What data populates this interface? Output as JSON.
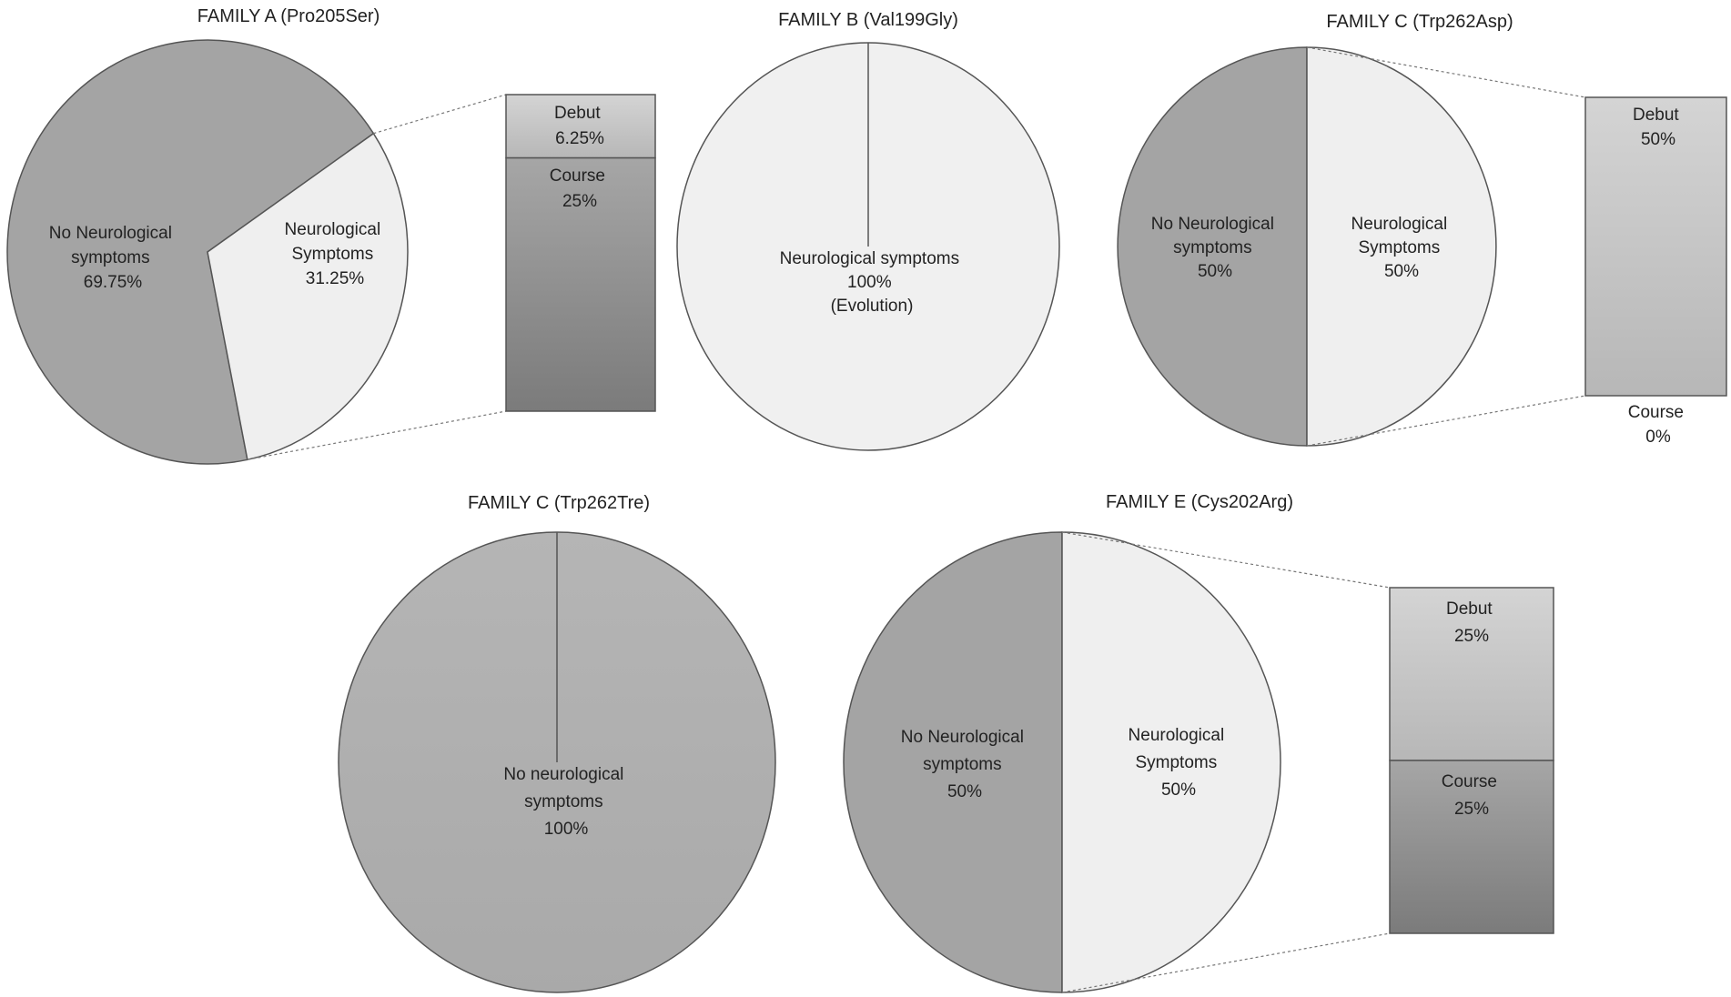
{
  "chart_data": [
    {
      "type": "pie",
      "title": "FAMILY A (Pro205Ser)",
      "slices": [
        {
          "label": [
            "No Neurological",
            "symptoms",
            "69.75%"
          ],
          "value": 68.75,
          "color": "#a4a4a4"
        },
        {
          "label": [
            "Neurological",
            "Symptoms",
            "31.25%"
          ],
          "value": 31.25,
          "color": "#efefef"
        }
      ],
      "breakdown": [
        {
          "label": [
            "Debut",
            "6.25%"
          ],
          "value": 6.25
        },
        {
          "label": [
            "Course",
            "25%"
          ],
          "value": 25
        }
      ]
    },
    {
      "type": "pie",
      "title": "FAMILY B (Val199Gly)",
      "slices": [
        {
          "label": [
            "Neurological symptoms",
            "100%",
            "(Evolution)"
          ],
          "value": 100,
          "color": "#f0f0f0"
        }
      ]
    },
    {
      "type": "pie",
      "title": "FAMILY C (Trp262Asp)",
      "slices": [
        {
          "label": [
            "No Neurological",
            "symptoms",
            "50%"
          ],
          "value": 50,
          "color": "#a4a4a4"
        },
        {
          "label": [
            "Neurological",
            "Symptoms",
            "50%"
          ],
          "value": 50,
          "color": "#efefef"
        }
      ],
      "breakdown": [
        {
          "label": [
            "Debut",
            "50%"
          ],
          "value": 50
        },
        {
          "label": [
            "Course",
            "0%"
          ],
          "value": 0
        }
      ]
    },
    {
      "type": "pie",
      "title": "FAMILY C (Trp262Tre)",
      "slices": [
        {
          "label": [
            "No neurological",
            "symptoms",
            "100%"
          ],
          "value": 100,
          "color": "#acacac"
        }
      ]
    },
    {
      "type": "pie",
      "title": "FAMILY E (Cys202Arg)",
      "slices": [
        {
          "label": [
            "No Neurological",
            "symptoms",
            "50%"
          ],
          "value": 50,
          "color": "#a4a4a4"
        },
        {
          "label": [
            "Neurological",
            "Symptoms",
            "50%"
          ],
          "value": 50,
          "color": "#efefef"
        }
      ],
      "breakdown": [
        {
          "label": [
            "Debut",
            "25%"
          ],
          "value": 25
        },
        {
          "label": [
            "Course",
            "25%"
          ],
          "value": 25
        }
      ]
    }
  ]
}
